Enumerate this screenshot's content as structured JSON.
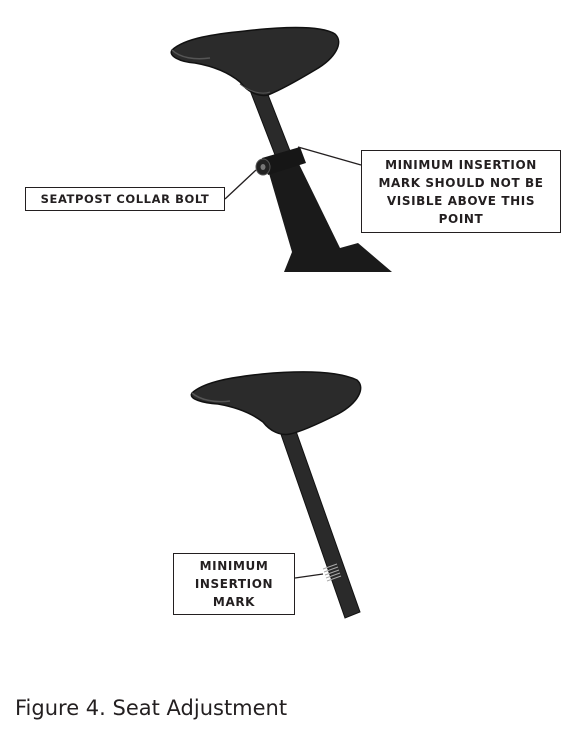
{
  "labels": {
    "seatpost_collar_bolt": "SEATPOST COLLAR BOLT",
    "minimum_insertion_top": "MINIMUM INSERTION\nMARK SHOULD NOT BE\nVISIBLE ABOVE THIS\nPOINT",
    "minimum_insertion_mark": "MINIMUM\nINSERTION\nMARK"
  },
  "caption": "Figure 4. Seat Adjustment",
  "colors": {
    "ink": "#231f20",
    "saddle": "#2b2b2b",
    "frame": "#1a1a1a"
  }
}
